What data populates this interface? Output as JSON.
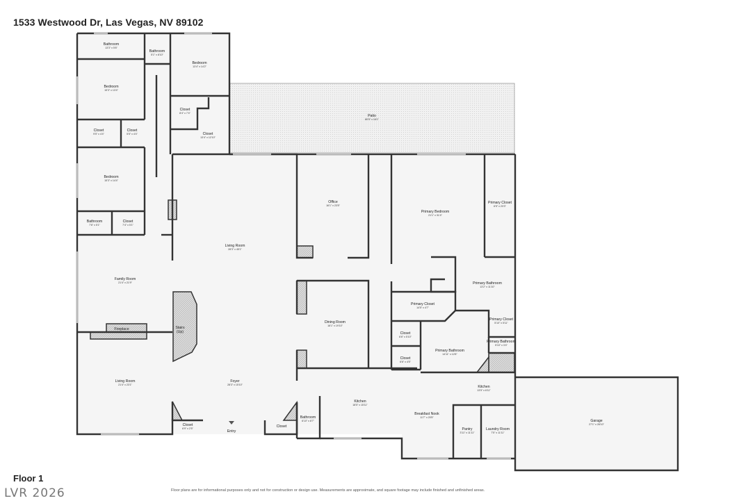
{
  "address": "1533 Westwood Dr, Las Vegas, NV 89102",
  "floor_label": "Floor 1",
  "disclaimer": "Floor plans are for informational purposes only and not for construction or design use. Measurements are approximate, and square footage may include finished and unfinished areas.",
  "watermark": "LVR 2026",
  "entry_label": "Entry",
  "rooms": [
    {
      "id": "bath-top-left",
      "name": "Bathroom",
      "dims": "13'3\" x 5'6\""
    },
    {
      "id": "bath-top-mid",
      "name": "Bathroom",
      "dims": "5'1\" x 8'10\""
    },
    {
      "id": "bed-top-right",
      "name": "Bedroom",
      "dims": "13'4\" x 14'2\""
    },
    {
      "id": "bed-left-1",
      "name": "Bedroom",
      "dims": "15'3\" x 13'4\""
    },
    {
      "id": "closet-a",
      "name": "Closet",
      "dims": "8'4\" x 7'4\""
    },
    {
      "id": "closet-b",
      "name": "Closet",
      "dims": "13'4\" x 12'10\""
    },
    {
      "id": "closet-c",
      "name": "Closet",
      "dims": "9'5\" x 4'4\""
    },
    {
      "id": "closet-d",
      "name": "Closet",
      "dims": "5'5\" x 4'4\""
    },
    {
      "id": "patio",
      "name": "Patio",
      "dims": "80'5\" x 16'1\""
    },
    {
      "id": "bed-left-2",
      "name": "Bedroom",
      "dims": "15'3\" x 14'4\""
    },
    {
      "id": "office",
      "name": "Office",
      "dims": "16'1\" x 23'5\""
    },
    {
      "id": "primary-bed",
      "name": "Primary Bedroom",
      "dims": "21'1\" x 31'4\""
    },
    {
      "id": "primary-closet-1",
      "name": "Primary Closet",
      "dims": "6'5\" x 23'3\""
    },
    {
      "id": "bath-left-2",
      "name": "Bathroom",
      "dims": "7'6\" x 5'1\""
    },
    {
      "id": "closet-e",
      "name": "Closet",
      "dims": "7'4\" x 5'1\""
    },
    {
      "id": "living-room-1",
      "name": "Living Room",
      "dims": "28'3\" x 45'1\""
    },
    {
      "id": "family-room",
      "name": "Family Room",
      "dims": "21'4\" x 21'9\""
    },
    {
      "id": "primary-bath-1",
      "name": "Primary Bathroom",
      "dims": "13'2\" x 11'10\""
    },
    {
      "id": "primary-closet-2",
      "name": "Primary Closet",
      "dims": "14'5\" x 4'7\""
    },
    {
      "id": "dining-room",
      "name": "Dining Room",
      "dims": "16'1\" x 19'10\""
    },
    {
      "id": "primary-closet-3",
      "name": "Primary Closet",
      "dims": "5'10\" x 5'11\""
    },
    {
      "id": "fireplace",
      "name": "Fireplace",
      "dims": ""
    },
    {
      "id": "stairs",
      "name": "Stairs (Up)",
      "dims": ""
    },
    {
      "id": "closet-f",
      "name": "Closet",
      "dims": "6'6\" x 5'10\""
    },
    {
      "id": "primary-bath-small",
      "name": "Primary Bathroom",
      "dims": "5'10\" x 3'4\""
    },
    {
      "id": "primary-bath-2",
      "name": "Primary Bathroom",
      "dims": "14'11\" x 12'6\""
    },
    {
      "id": "closet-g",
      "name": "Closet",
      "dims": "6'6\" x 4'5\""
    },
    {
      "id": "living-room-2",
      "name": "Living Room",
      "dims": "21'4\" x 23'1\""
    },
    {
      "id": "foyer",
      "name": "Foyer",
      "dims": "28'3\" x 15'10\""
    },
    {
      "id": "kitchen-right",
      "name": "Kitchen",
      "dims": "13'5\" x 6'11\""
    },
    {
      "id": "kitchen-main",
      "name": "Kitchen",
      "dims": "18'5\" x 15'11\""
    },
    {
      "id": "breakfast-nook",
      "name": "Breakfast Nook",
      "dims": "11'7\" x 20'5\""
    },
    {
      "id": "garage",
      "name": "Garage",
      "dims": "27'1\" x 28'10\""
    },
    {
      "id": "bath-kitchen",
      "name": "Bathroom",
      "dims": "6'10\" x 8'7\""
    },
    {
      "id": "closet-foyer-left",
      "name": "Closet",
      "dims": "6'9\" x 2'5\""
    },
    {
      "id": "closet-foyer-right",
      "name": "Closet",
      "dims": ""
    },
    {
      "id": "pantry",
      "name": "Pantry",
      "dims": "3'11\" x 11'11\""
    },
    {
      "id": "laundry",
      "name": "Laundry Room",
      "dims": "7'5\" x 11'11\""
    }
  ]
}
